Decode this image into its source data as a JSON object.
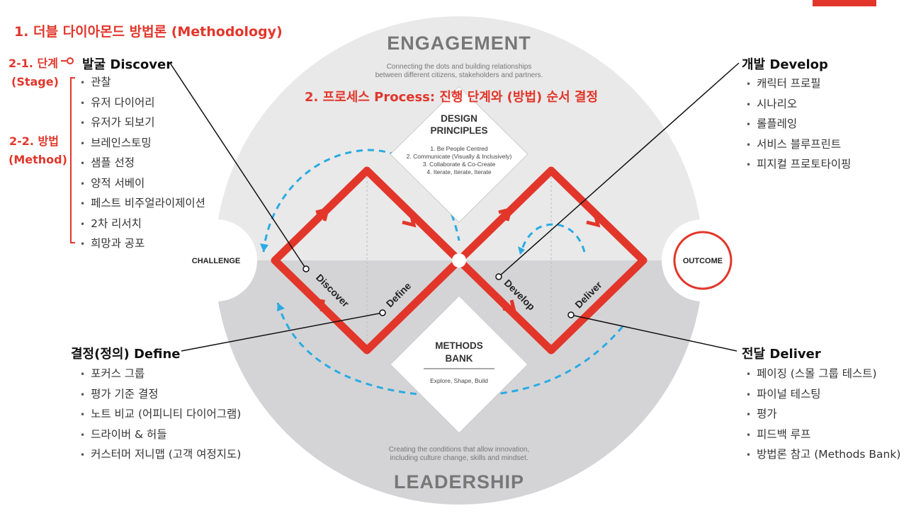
{
  "title": "1. 더블 다이아몬드 방법론 (Methodology)",
  "process_note": "2. 프로세스 Process: 진행 단계와 (방법) 순서 결정",
  "stage_label": [
    "2-1. 단계",
    "(Stage)"
  ],
  "method_label": [
    "2-2. 방법",
    "(Method)"
  ],
  "diagram": {
    "engagement": "ENGAGEMENT",
    "engagement_desc": [
      "Connecting the dots and building relationships",
      "between different citizens, stakeholders and partners."
    ],
    "leadership": "LEADERSHIP",
    "leadership_desc": [
      "Creating the conditions that allow innovation,",
      "including culture change, skills and mindset."
    ],
    "challenge": "CHALLENGE",
    "outcome": "OUTCOME",
    "design_principles": {
      "title": [
        "DESIGN",
        "PRINCIPLES"
      ],
      "items": [
        "1. Be People Centred",
        "2. Communicate (Visually & Inclusively)",
        "3. Collaborate & Co-Create",
        "4. Iterate, Iterate, Iterate"
      ]
    },
    "methods_bank": {
      "title": [
        "METHODS",
        "BANK"
      ],
      "desc": "Explore, Shape, Build"
    },
    "phases": [
      "Discover",
      "Define",
      "Develop",
      "Deliver"
    ],
    "colors": {
      "red": "#e2362b",
      "blue": "#29abe2",
      "circle_top": "#e9e9e9",
      "circle_bottom": "#d4d4d6"
    }
  },
  "discover": {
    "heading": "발굴 Discover",
    "items": [
      "관찰",
      "유저 다이어리",
      "유저가 되보기",
      "브레인스토밍",
      "샘플 선정",
      "양적 서베이",
      "페스트 비주얼라이제이션",
      "2차 리서치",
      "희망과 공포"
    ]
  },
  "define": {
    "heading": "결정(정의) Define",
    "items": [
      "포커스 그룹",
      "평가 기준 결정",
      "노트 비교 (어피니티 다이어그램)",
      "드라이버 & 허들",
      "커스터머 저니맵 (고객 여정지도)"
    ]
  },
  "develop": {
    "heading": "개발 Develop",
    "items": [
      "캐릭터 프로필",
      "시나리오",
      "롤플레잉",
      "서비스 블루프린트",
      "피지컬 프로토타이핑"
    ]
  },
  "deliver": {
    "heading": "전달 Deliver",
    "items": [
      "페이징 (스몰 그룹 테스트)",
      "파이널 테스팅",
      "평가",
      "피드백 루프",
      "방법론 참고 (Methods Bank)"
    ]
  }
}
